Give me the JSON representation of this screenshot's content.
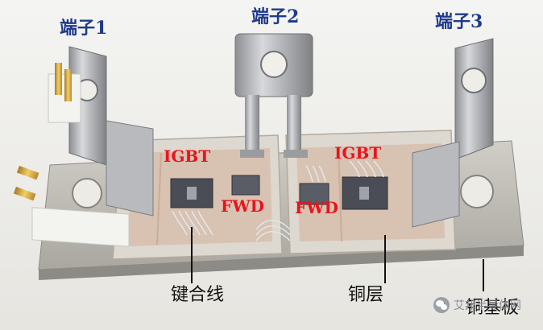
{
  "labels": {
    "terminal1": "端子1",
    "terminal2": "端子2",
    "terminal3": "端子3",
    "igbt_left": "IGBT",
    "igbt_right": "IGBT",
    "fwd_left": "FWD",
    "fwd_right": "FWD",
    "bond_wire": "键合线",
    "copper_layer": "铜层",
    "copper_baseplate": "铜基板"
  },
  "watermark": {
    "icon": "wechat-icon",
    "text": "艾邦半导体网"
  },
  "colors": {
    "terminal_label": "#1f3a8a",
    "chip_label": "#e8141c",
    "part_label": "#111111",
    "copper_layer": "#d8c2b2",
    "baseplate": "#c4c2bb"
  }
}
